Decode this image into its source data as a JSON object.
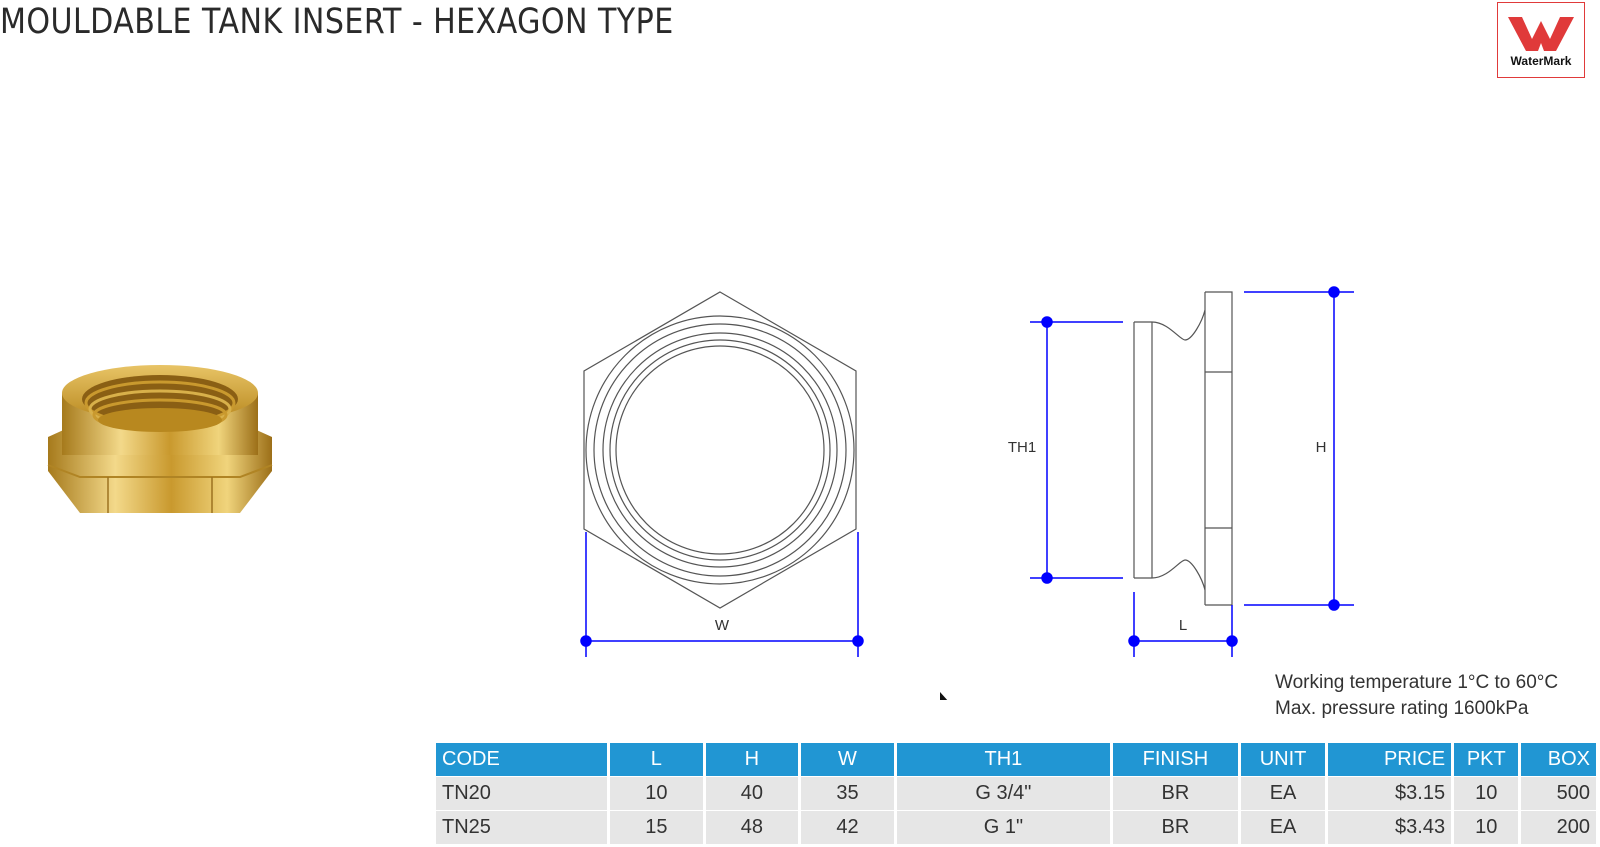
{
  "title": "MOULDABLE TANK INSERT - HEXAGON TYPE",
  "logo": {
    "text": "WaterMark",
    "color": "#e03a3a"
  },
  "drawing": {
    "labels": {
      "w": "W",
      "th1": "TH1",
      "h": "H",
      "l": "L"
    },
    "dimension_color": "#0000ff"
  },
  "specs": {
    "temperature": "Working temperature 1°C to 60°C",
    "pressure": "Max. pressure rating 1600kPa"
  },
  "table": {
    "header_color": "#2196d3",
    "columns": [
      "CODE",
      "L",
      "H",
      "W",
      "TH1",
      "FINISH",
      "UNIT",
      "PRICE",
      "PKT",
      "BOX"
    ],
    "rows": [
      [
        "TN20",
        "10",
        "40",
        "35",
        "G 3/4\"",
        "BR",
        "EA",
        "$3.15",
        "10",
        "500"
      ],
      [
        "TN25",
        "15",
        "48",
        "42",
        "G 1\"",
        "BR",
        "EA",
        "$3.43",
        "10",
        "200"
      ]
    ]
  }
}
